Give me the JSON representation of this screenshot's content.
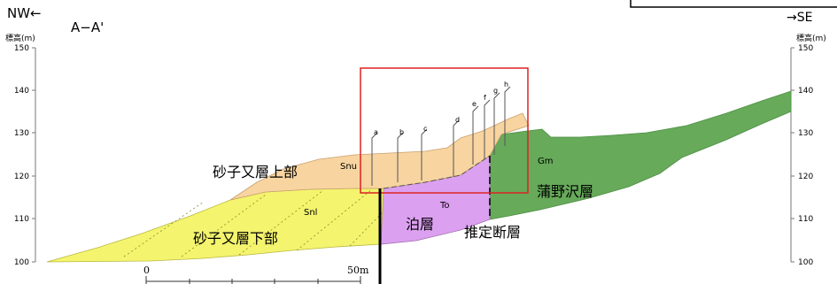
{
  "header": {
    "left_direction": "NW←",
    "right_direction": "→SE",
    "section_title": "A−A'"
  },
  "axes": {
    "left_label": "標高(m)",
    "right_label": "標高(m)",
    "ticks": [
      "150",
      "140",
      "130",
      "120",
      "110",
      "100"
    ]
  },
  "units": {
    "snu_code": "Snu",
    "snl_code": "Snl",
    "to_code": "To",
    "gm_code": "Gm",
    "snu_name": "砂子又層上部",
    "snl_name": "砂子又層下部",
    "to_name": "泊層",
    "gm_name": "蒲野沢層",
    "fault_label": "推定断層"
  },
  "boreholes": [
    "a",
    "b",
    "c",
    "d",
    "e",
    "f",
    "g",
    "h"
  ],
  "scale_bar": {
    "start": "0",
    "end": "50m"
  },
  "colors": {
    "snu": "#f8d4a0",
    "snl": "#f4f46e",
    "to": "#dca0f0",
    "gm": "#66aa5a",
    "highlight": "#dd2222"
  }
}
